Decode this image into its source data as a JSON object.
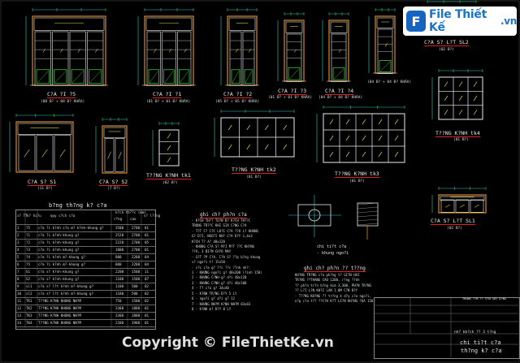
{
  "brand": {
    "icon_letter": "F",
    "name": "File Thiết Kế",
    "domain": ".vn"
  },
  "watermark": "Copyright © FileThietKe.vn",
  "doors": [
    {
      "title": "C?A ?I ?5",
      "note": "(08 B? + 08 B? KHÁA)"
    },
    {
      "title": "C?A ?I ?1",
      "note": "(01 B? + 01 B? KHÁA)"
    },
    {
      "title": "C?A ?I ?2",
      "note": "(05 B? + 05 B? KHÁA)"
    },
    {
      "title": "C?A ?I ?3",
      "note": "(01 B? + 01 B? KHÁA)"
    },
    {
      "title": "C?A ?I ?4",
      "note": "(04 B? + 04 B? KHÁA)"
    },
    {
      "title": "C?A S? L?T SL2",
      "note": "(02 B?)"
    },
    {
      "title": "C?A S? S1",
      "note": "(11 B?)"
    },
    {
      "title": "C?A S? S2",
      "note": "(7 B?)"
    },
    {
      "title": "T??NG K?NH tk1",
      "note": "(02 B?)"
    },
    {
      "title": "T??NG K?NH tk2",
      "note": "(01 B?)"
    },
    {
      "title": "T??NG K?NH tk3",
      "note": "(01 B?)"
    },
    {
      "title": "T??NG K?NH tk4",
      "note": "(01 B?)"
    },
    {
      "title": "C?A S? L?T SL1",
      "note": "(02 B?)"
    }
  ],
  "table": {
    "title": "b?ng th?ng k? c?a",
    "headers": [
      "s? TT",
      "k? hi?u",
      "quy c?ch c?a",
      "k?ch th??c (mm)",
      "",
      "s? l??ng"
    ],
    "subheaders": [
      "r?ng",
      "cao"
    ],
    "rows": [
      [
        "1",
        "?5",
        "c?a ?i k?nh c?a m? k?nh-khung g?",
        "3500",
        "2700",
        "01"
      ],
      [
        "2",
        "?1",
        "c?a ?i k?nh-khung g?",
        "2520",
        "2700",
        "01"
      ],
      [
        "3",
        "?2",
        "c?a ?i k?nh-khung g?",
        "2220",
        "2700",
        "05"
      ],
      [
        "4",
        "?3",
        "c?a ?i k?nh-khung g?",
        "1000",
        "2700",
        "01"
      ],
      [
        "5",
        "?4",
        "c?a ?i k?nh m?-khung g?",
        "800",
        "2200",
        "04"
      ],
      [
        "6",
        "?5",
        "c?a ?i k?nh m?-khung g?",
        "800",
        "2200",
        "04"
      ],
      [
        "7",
        "S1",
        "c?a s? k?nh-khung g?",
        "2200",
        "1500",
        "11"
      ],
      [
        "8",
        "S2",
        "c?a s? k?nh-khung g?",
        "1100",
        "1500",
        "07"
      ],
      [
        "9",
        "sl1",
        "c?a s? l?t k?nh m?-khung g?",
        "1100",
        "500",
        "02"
      ],
      [
        "10",
        "sl2",
        "c?a s? l?t k?nh m?-khung g?",
        "1100",
        "500",
        "02"
      ],
      [
        "11",
        "TK1",
        "T??NG K?NH KHUNG NH?M",
        "750",
        "1500",
        "02"
      ],
      [
        "12",
        "TK2",
        "T??NG K?NH KHUNG NH?M",
        "3300",
        "1800",
        "01"
      ],
      [
        "13",
        "TK3",
        "T??NG K?NH KHUNG NH?M",
        "3300",
        "1800",
        "01"
      ],
      [
        "14",
        "TK4",
        "T??NG K?NH KHUNG NH?M",
        "2200",
        "1900",
        "01"
      ]
    ]
  },
  "notes1": {
    "title": "ghi ch? ph?n c?a",
    "lines": [
      "- K?CH TH?? TO?N B? K?CH TH??C",
      "  TRONG TR??C KHI GIA C?NG C?A",
      "- T?T C? C?C LO?I C?A ??U L? KHUNG",
      "  G? D?I, NGO?I KH? C?A D?Y 1,4x3",
      "  K?CH T? A? 40x120",
      "- KHUNG C?A S? M?I M?T ??C KH?NG",
      "  ??A, 3 BI?N CH?O MAY",
      "- S?T ?P C?A, C?A S? ??p b?ng khung",
      "  v? ngo?i t? 15x50",
      "  - c?c c?a g? ??c ??c ??nh nh?:",
      "    1 - KHUNG ngo?i g? 40x200 (?inh 150)",
      "    2 - KHUNG C?NH g? d?i 40x120",
      "    3 - KHUNG C?NH g? d?i 40x100",
      "    4 - T? c?a g? 34x40",
      "    5 - K?NH TR?NG D?Y 5 LY",
      "    6 - ngo?i g? d?i g? 12",
      "    7 - KHUNG NH?M K?NH NH?M 83x83",
      "    8 - K?NH m? D?Y 8 LY"
    ]
  },
  "notes2": {
    "title": "ghi ch? ph?n ?? t??ng",
    "lines": [
      "KH?NG TR?NG c?a ph?ng t? GI?N HAI",
      "TR?NG ??THANG CAO 1200, r?ng ??nh",
      "?? ph?n tr?n b?ng kim 3,300, PH?N TR?NG",
      "?? L?I L?N KH?I LAN 1.0M C?N B?Y",
      "- T??NG KH?NG ?? tr?ng k d?y c?a ngo?i,",
      "  n?p c?a t?? ??C?H K?T LI?N KH?NG ?UA 150"
    ]
  },
  "details": {
    "door_section": "chi ti?t c?a",
    "frame_label": "- khung ngo?i"
  },
  "title_block": {
    "company": "TRUNG T?M T? V?N XÂY D?NG",
    "drawing_name": "chi ti?t c?a",
    "drawing_sub": "th?ng k? c?a",
    "project_label": "nh? kh?ch ?? 3 t?ng"
  }
}
